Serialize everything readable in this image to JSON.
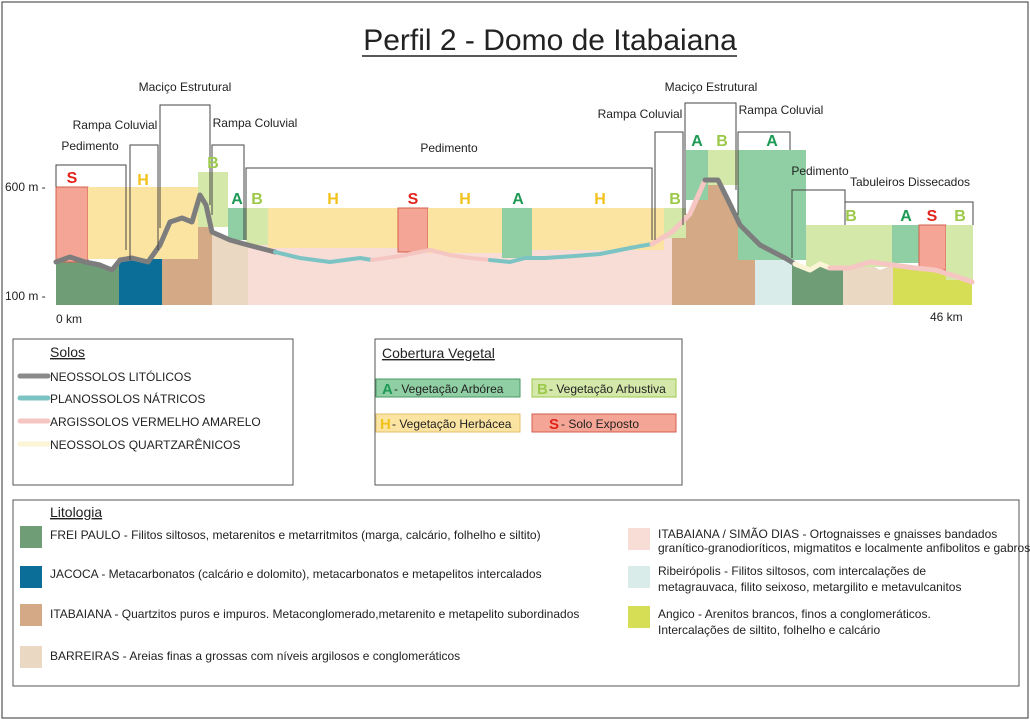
{
  "title": "Perfil 2 - Domo de Itabaiana",
  "axis": {
    "y_top": "600 m -",
    "y_bottom": "100 m -",
    "x_start": "0 km",
    "x_end": "46 km"
  },
  "landforms": [
    {
      "id": "pedimento-1",
      "label": "Pedimento"
    },
    {
      "id": "rampa-1",
      "label": "Rampa Coluvial"
    },
    {
      "id": "macico-1",
      "label": "Maciço Estrutural"
    },
    {
      "id": "rampa-2",
      "label": "Rampa Coluvial"
    },
    {
      "id": "pedimento-2",
      "label": "Pedimento"
    },
    {
      "id": "rampa-3",
      "label": "Rampa Coluvial"
    },
    {
      "id": "macico-2",
      "label": "Maciço Estrutural"
    },
    {
      "id": "rampa-4",
      "label": "Rampa Coluvial"
    },
    {
      "id": "pedimento-3",
      "label": "Pedimento"
    },
    {
      "id": "tabuleiros",
      "label": "Tabuleiros Dissecados"
    }
  ],
  "vegetation_letters": [
    "S",
    "H",
    "B",
    "A",
    "B",
    "H",
    "S",
    "H",
    "A",
    "H",
    "B",
    "A",
    "B",
    "A",
    "B",
    "A",
    "S",
    "B"
  ],
  "legend_solos": {
    "title": "Solos",
    "items": [
      {
        "label": "NEOSSOLOS LITÓLICOS",
        "color": "#8a8a8a"
      },
      {
        "label": "PLANOSSOLOS NÁTRICOS",
        "color": "#7cc4c4"
      },
      {
        "label": "ARGISSOLOS VERMELHO AMARELO",
        "color": "#f5c6c2"
      },
      {
        "label": "NEOSSOLOS QUARTZARÊNICOS",
        "color": "#fbf4d6"
      }
    ]
  },
  "legend_cobertura": {
    "title": "Cobertura Vegetal",
    "items": [
      {
        "code": "A",
        "label": " - Vegetação Arbórea",
        "fill": "#8fcfa3",
        "letter_color": "#1e9a55"
      },
      {
        "code": "B",
        "label": " - Vegetação Arbustiva",
        "fill": "#d3e8a9",
        "letter_color": "#9cc94a"
      },
      {
        "code": "H",
        "label": " - Vegetação Herbácea",
        "fill": "#fbe3a1",
        "letter_color": "#f2c21b"
      },
      {
        "code": "S",
        "label": " - Solo Exposto",
        "fill": "#f5a595",
        "letter_color": "#e2231a"
      }
    ]
  },
  "legend_litologia": {
    "title": "Litologia",
    "items": [
      {
        "color": "#6f9e76",
        "lines": [
          "FREI PAULO - Filitos siltosos, metarenitos e metarritmitos (marga, calcário, folhelho e siltito)"
        ]
      },
      {
        "color": "#0b6e99",
        "lines": [
          "JACOCA - Metacarbonatos (calcário e dolomito), metacarbonatos e metapelitos intercalados"
        ]
      },
      {
        "color": "#d4a985",
        "lines": [
          "ITABAIANA - Quartzitos puros e impuros. Metaconglomerado,metarenito e metapelito subordinados"
        ]
      },
      {
        "color": "#ead8c3",
        "lines": [
          "BARREIRAS - Areias finas a grossas com níveis argilosos e conglomeráticos"
        ]
      },
      {
        "color": "#f8dcd6",
        "lines": [
          "ITABAIANA / SIMÃO DIAS - Ortognaisses e gnaisses bandados",
          "granítico-granodioríticos, migmatitos e localmente anfibolitos e gabros"
        ]
      },
      {
        "color": "#daecea",
        "lines": [
          "Ribeirópolis - Filitos siltosos, com intercalações de",
          "metagrauvaca, filito seixoso, metargilito e metavulcanitos"
        ]
      },
      {
        "color": "#d6de55",
        "lines": [
          "Angico - Arenitos brancos, finos a conglomeráticos.",
          "Intercalações de siltito, folhelho e calcário"
        ]
      }
    ]
  },
  "colors": {
    "arborea": "#8fcfa3",
    "arbustiva": "#d3e8a9",
    "herbacea": "#fbe3a1",
    "exposto": "#f5a595",
    "letter_A": "#1e9a55",
    "letter_B": "#9cc94a",
    "letter_H": "#f2c21b",
    "letter_S": "#e2231a"
  }
}
